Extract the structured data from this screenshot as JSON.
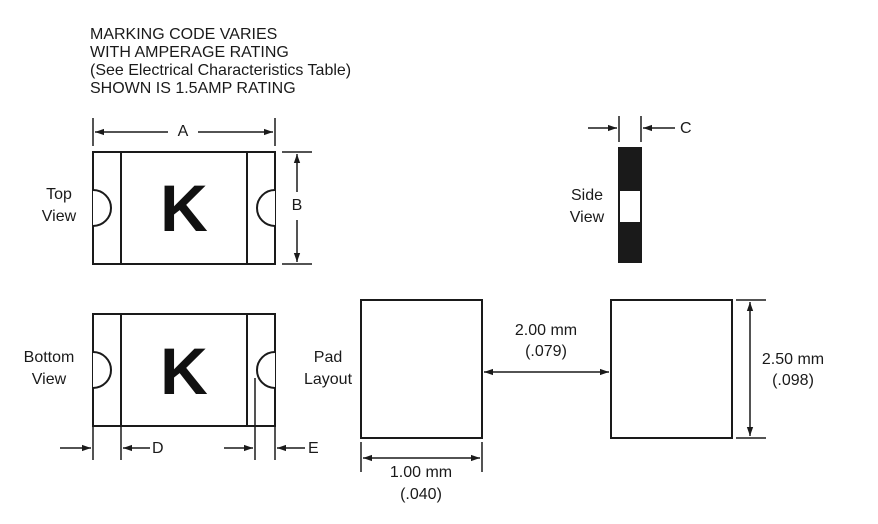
{
  "note": {
    "line1": "MARKING CODE VARIES",
    "line2": "WITH AMPERAGE RATING",
    "line3": "(See Electrical Characteristics Table)",
    "line4": "SHOWN IS 1.5AMP RATING"
  },
  "top_view": {
    "label_1": "Top",
    "label_2": "View",
    "marking": "K",
    "dim_a": "A",
    "dim_b": "B"
  },
  "side_view": {
    "label_1": "Side",
    "label_2": "View",
    "dim_c": "C"
  },
  "bottom_view": {
    "label_1": "Bottom",
    "label_2": "View",
    "marking": "K",
    "dim_d": "D",
    "dim_e": "E"
  },
  "pad_layout": {
    "label_1": "Pad",
    "label_2": "Layout",
    "gap_mm": "2.00 mm",
    "gap_in": "(.079)",
    "height_mm": "2.50 mm",
    "height_in": "(.098)",
    "width_mm": "1.00 mm",
    "width_in": "(.040)"
  },
  "colors": {
    "line": "#1a1a1a",
    "fill": "#ffffff"
  }
}
